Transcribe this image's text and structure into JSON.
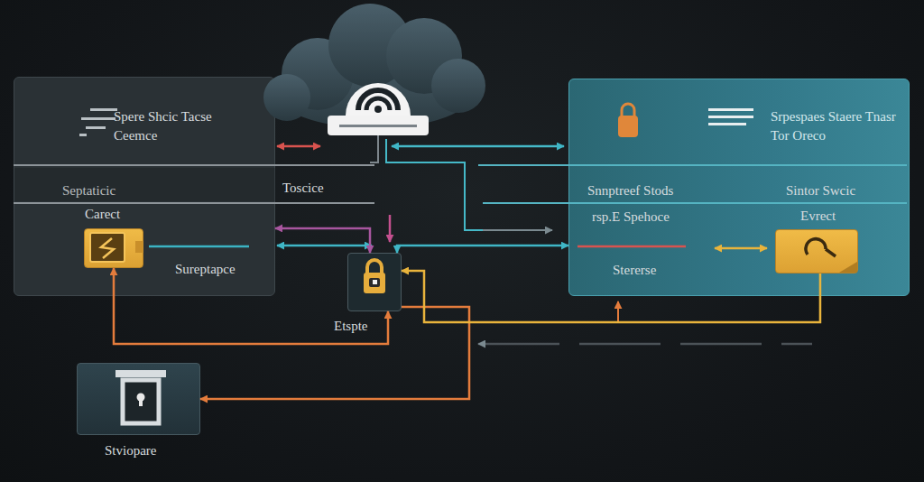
{
  "diagram": {
    "nodes": [
      {
        "text": [
          "Spere Shcic Tacse Ceemce",
          "Septaticic",
          "Sureptapce"
        ]
      },
      {
        "text": [
          "Carect"
        ],
        "in": 0
      },
      {
        "text": [
          "Srpespaes Staere Tnasr Tor Oreco",
          "Snnptreef Stods",
          "Sintor Swcic",
          "rsp.E Spehoce",
          "Stererse"
        ]
      },
      {
        "text": [
          "Evrect"
        ],
        "in": 2
      },
      {
        "text": [
          "Etspte"
        ]
      },
      {
        "text": [
          "Stviopare"
        ]
      }
    ],
    "edges": [
      {
        "from": 0,
        "to": 4,
        "arrow": "both"
      },
      {
        "from": 4,
        "to": 2,
        "arrow": "both"
      },
      {
        "from": 1,
        "to": 4,
        "arrow": "both"
      },
      {
        "from": 4,
        "to": 5,
        "arrow": "to"
      },
      {
        "from": 3,
        "to": 4,
        "arrow": "to"
      }
    ],
    "labels": [
      "Toscice"
    ]
  }
}
